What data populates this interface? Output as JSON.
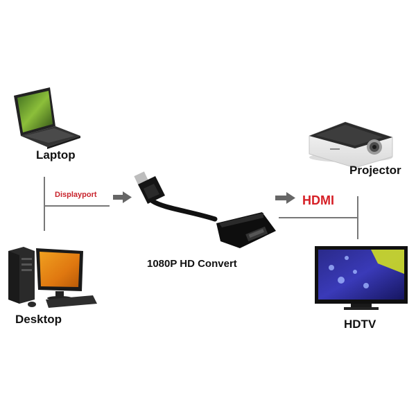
{
  "labels": {
    "laptop": "Laptop",
    "desktop": "Desktop",
    "projector": "Projector",
    "hdtv": "HDTV",
    "adapter": "1080P HD Convert",
    "input_port": "Displayport",
    "output_port": "HDMI"
  },
  "colors": {
    "port_label": "#c8232c",
    "hdmi_label": "#d61f26",
    "connector_line": "#777777",
    "arrow": "#666666",
    "adapter_body": "#111111"
  },
  "icons": [
    "laptop-icon",
    "desktop-computer-icon",
    "projector-icon",
    "hdtv-icon",
    "adapter-cable-icon",
    "arrow-right-icon"
  ]
}
